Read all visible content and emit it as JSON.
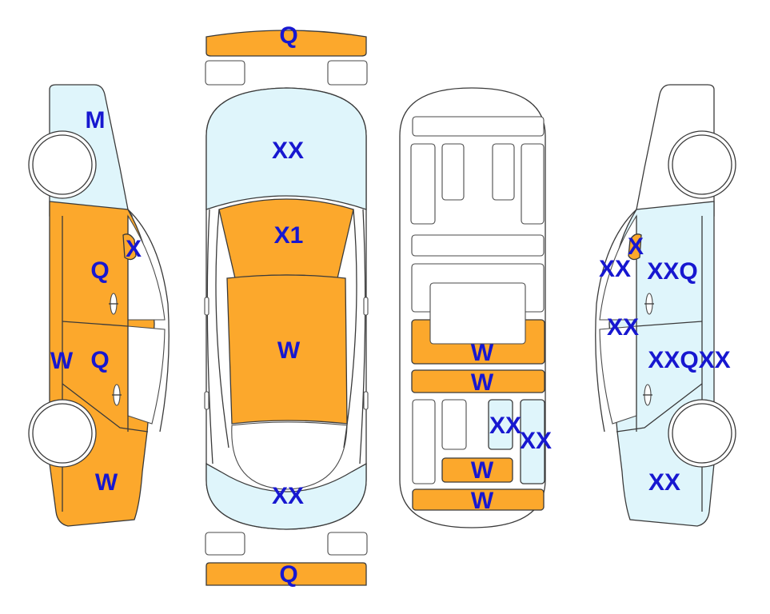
{
  "colors": {
    "repaint": "#fca82c",
    "light": "#dff5fb",
    "outline": "#3a3a3a",
    "label": "#1717d0"
  },
  "labels": {
    "front_bumper": "Q",
    "hood": "XX",
    "roof": "X1",
    "trunk_lid": "W",
    "rear_panel": "XX",
    "rear_bumper": "Q",
    "left_front_fender": "M",
    "left_mirror": "X",
    "left_front_door": "Q",
    "left_rear_door": "Q",
    "left_rocker": "W",
    "left_quarter": "W",
    "floor_panel_1": "W",
    "floor_panel_2": "W",
    "floor_member_1": "XX",
    "floor_member_2": "XX",
    "floor_panel_3": "W",
    "floor_panel_4": "W",
    "right_mirror": "X",
    "right_a_pillar": "XX",
    "right_front_door": "XXQ",
    "right_b_pillar": "XX",
    "right_rear_door": "XXQXX",
    "right_quarter": "XX"
  }
}
